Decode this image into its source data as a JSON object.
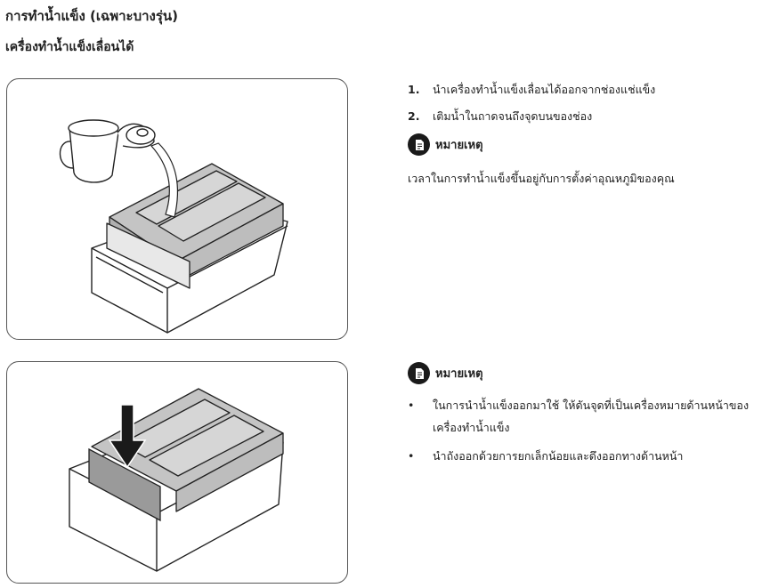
{
  "heading": {
    "title": "การทำน้ำแข็ง (เฉพาะบางรุ่น)",
    "subtitle": "เครื่องทำน้ำแข็งเลื่อนได้"
  },
  "steps": [
    {
      "number": "1.",
      "text": "นำเครื่องทำน้ำแข็งเลื่อนได้ออกจากช่องแช่แข็ง"
    },
    {
      "number": "2.",
      "text": "เติมน้ำในถาดจนถึงจุดบนของช่อง"
    }
  ],
  "note1": {
    "icon": "note-icon",
    "label": "หมายเหตุ",
    "text": "เวลาในการทำน้ำแข็งขึ้นอยู่กับการตั้งค่าอุณหภูมิของคุณ"
  },
  "note2": {
    "icon": "note-icon",
    "label": "หมายเหตุ",
    "bullets": [
      {
        "marker": "•",
        "line1": "ในการนำน้ำแข็งออกมาใช้ ให้ดันจุดที่เป็นเครื่องหมายด้านหน้าของ",
        "line2": "เครื่องทำน้ำแข็ง"
      },
      {
        "marker": "•",
        "line1": "นำถังออกด้วยการยกเล็กน้อยและดึงออกทางด้านหน้า",
        "line2": ""
      }
    ]
  },
  "illustrations": {
    "top": "pitcher-pouring-water-into-ice-tray",
    "bottom": "arrow-pressing-front-of-ice-maker"
  },
  "colors": {
    "tray": "#bdbdbd",
    "outline": "#222222",
    "panel_border": "#555555"
  }
}
